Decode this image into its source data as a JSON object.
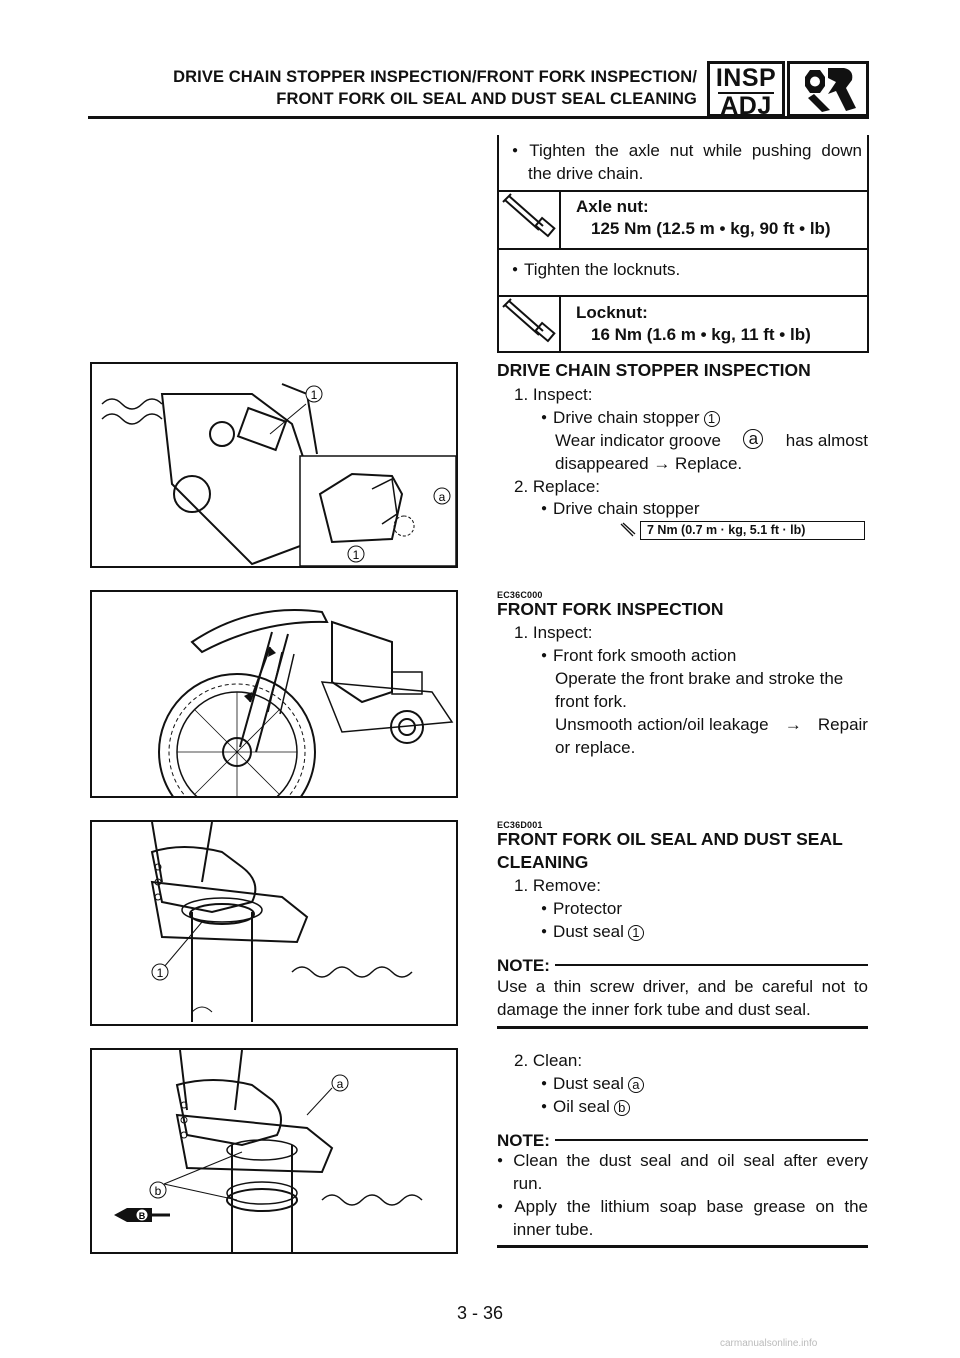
{
  "header": {
    "title_line1": "DRIVE CHAIN STOPPER INSPECTION/FRONT FORK INSPECTION/",
    "title_line2": "FRONT FORK OIL SEAL AND DUST SEAL CLEANING",
    "badge_top": "INSP",
    "badge_bottom": "ADJ",
    "icon": "wrench-gauge-icon"
  },
  "spec_table": {
    "step1": "Tighten the axle nut while pushing down the drive chain.",
    "spec1_label": "Axle nut:",
    "spec1_value": "125 Nm (12.5 m • kg, 90 ft • lb)",
    "step2": "Tighten the locknuts.",
    "spec2_label": "Locknut:",
    "spec2_value": "16 Nm (1.6 m • kg, 11 ft • lb)"
  },
  "stopper": {
    "heading": "DRIVE CHAIN STOPPER INSPECTION",
    "step1": "1. Inspect:",
    "item1": "Drive chain stopper",
    "item1_ref": "1",
    "wear_a": "Wear indicator groove",
    "wear_ref": "a",
    "wear_b": "has almost",
    "wear_c": "disappeared",
    "arrow": "→",
    "wear_d": "Replace.",
    "step2": "2. Replace:",
    "item2": "Drive chain stopper",
    "torque": "7 Nm (0.7 m · kg, 5.1 ft · lb)",
    "fig_labels": {
      "one": "1",
      "a": "a"
    }
  },
  "fork": {
    "code": "EC36C000",
    "heading": "FRONT FORK INSPECTION",
    "step1": "1. Inspect:",
    "item1": "Front fork smooth action",
    "line1": "Operate the front brake and stroke the",
    "line2": "front fork.",
    "line3a": "Unsmooth action/oil leakage",
    "arrow": "→",
    "line3b": "Repair",
    "line4": "or replace."
  },
  "seal": {
    "code": "EC36D001",
    "heading1": "FRONT FORK OIL SEAL AND DUST SEAL",
    "heading2": "CLEANING",
    "step1": "1. Remove:",
    "item1": "Protector",
    "item2": "Dust seal",
    "item2_ref": "1",
    "note_label": "NOTE:",
    "note1_l1": "Use a thin screw driver, and be careful not to",
    "note1_l2": "damage the inner fork tube and dust seal.",
    "step2": "2. Clean:",
    "item3": "Dust seal",
    "item3_ref": "a",
    "item4": "Oil seal",
    "item4_ref": "b",
    "note2_label": "NOTE:",
    "note2_b1_l1": "Clean the dust seal and oil seal after every",
    "note2_b1_l2": "run.",
    "note2_b2_l1": "Apply the lithium soap base grease on the",
    "note2_b2_l2": "inner tube.",
    "fig3_labels": {
      "one": "1"
    },
    "fig4_labels": {
      "a": "a",
      "b": "b",
      "grease": "B"
    }
  },
  "page_number": "3 - 36",
  "watermark": "carmanualsonline.info"
}
